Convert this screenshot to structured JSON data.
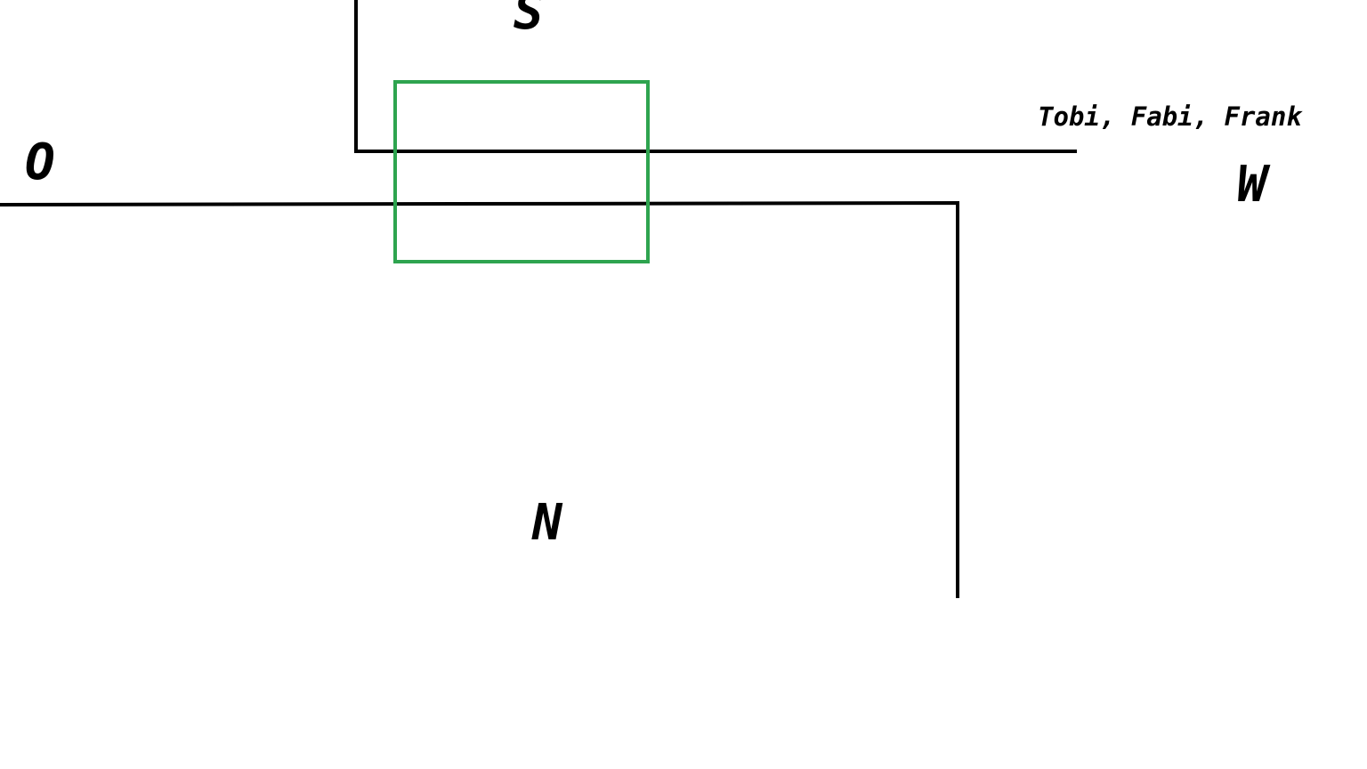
{
  "labels": {
    "south": "S",
    "east": "O",
    "west": "W",
    "north": "N",
    "names": "Tobi, Fabi, Frank"
  },
  "colors": {
    "line": "#000000",
    "highlight_box": "#2ea44f",
    "background": "#ffffff"
  }
}
